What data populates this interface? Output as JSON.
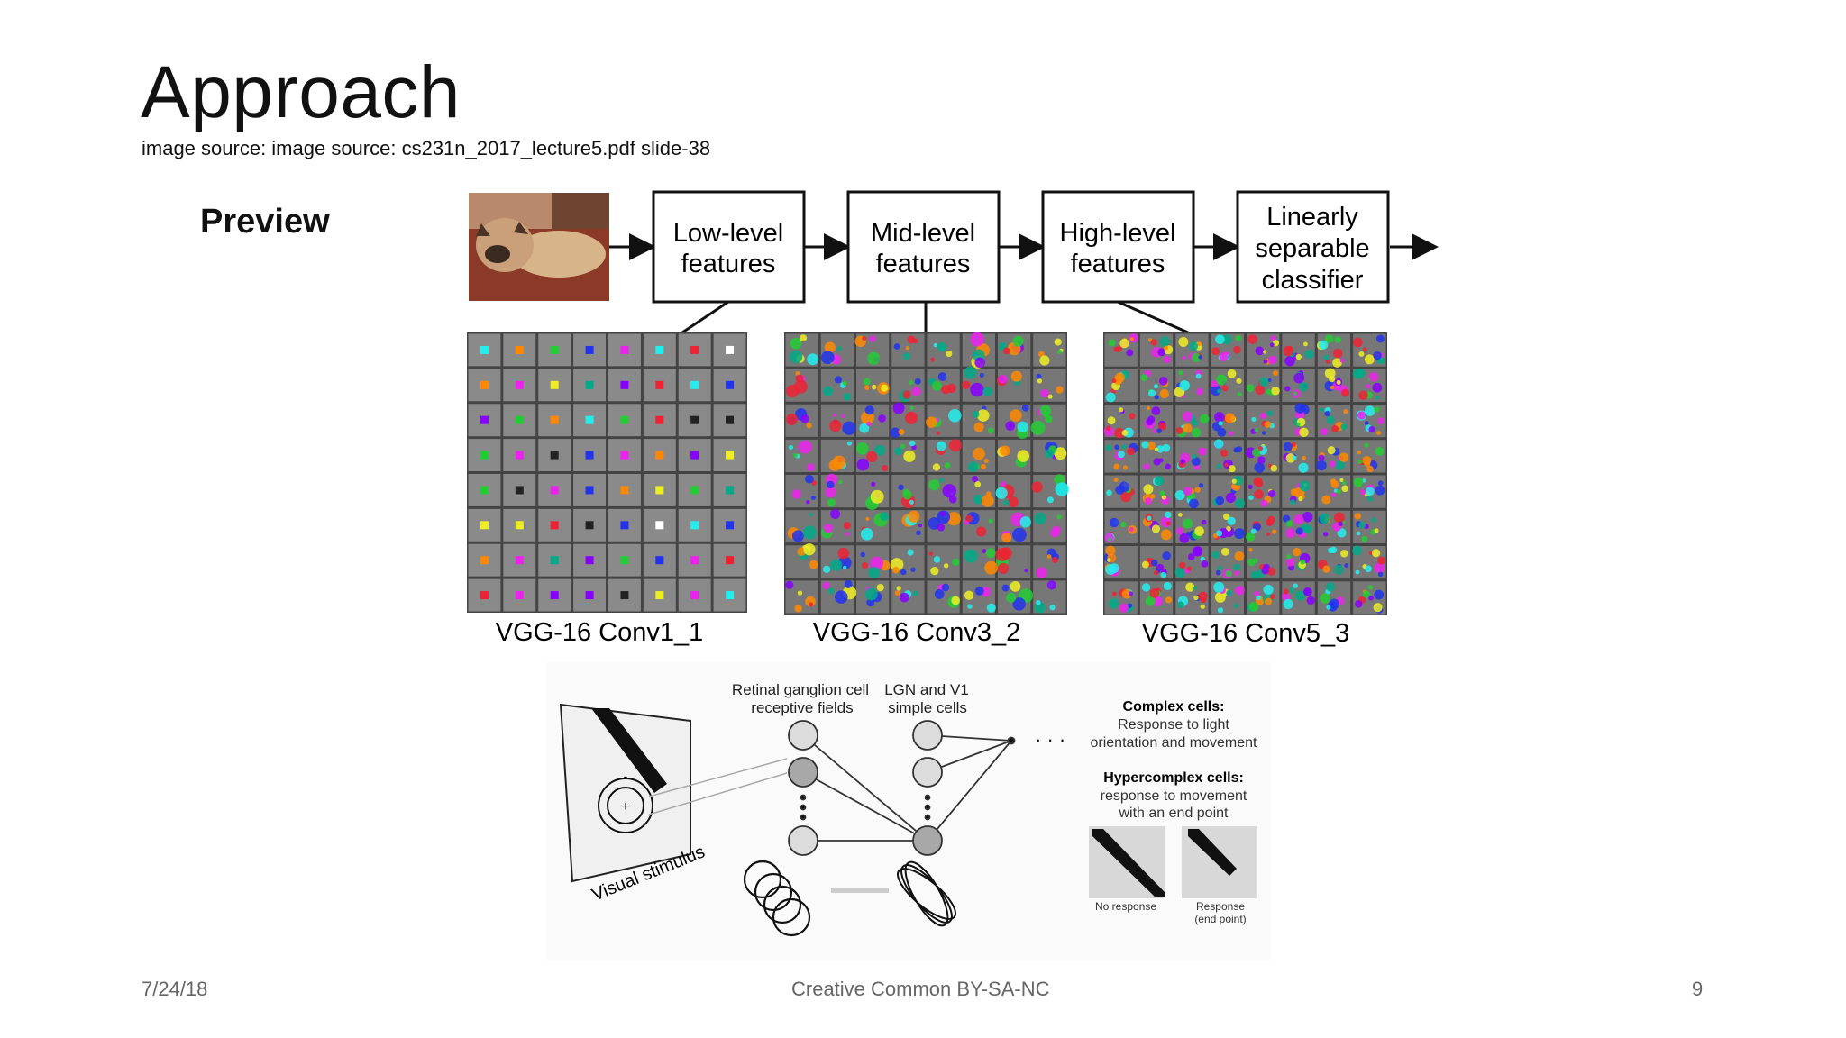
{
  "slide": {
    "title": "Approach",
    "source": "image source: image source: cs231n_2017_lecture5.pdf slide-38"
  },
  "figure_top": {
    "preview_label": "Preview",
    "boxes": [
      {
        "line1": "Low-level",
        "line2": "features",
        "line3": ""
      },
      {
        "line1": "Mid-level",
        "line2": "features",
        "line3": ""
      },
      {
        "line1": "High-level",
        "line2": "features",
        "line3": ""
      },
      {
        "line1": "Linearly",
        "line2": "separable",
        "line3": "classifier"
      }
    ],
    "grid_labels": [
      "VGG-16 Conv1_1",
      "VGG-16 Conv3_2",
      "VGG-16 Conv5_3"
    ]
  },
  "figure_bottom": {
    "visual_stimulus": "Visual stimulus",
    "retinal_line1": "Retinal ganglion cell",
    "retinal_line2": "receptive fields",
    "lgn_line1": "LGN and V1",
    "lgn_line2": "simple cells",
    "ellipsis": "· · ·",
    "complex_title": "Complex cells:",
    "complex_line1": "Response to light",
    "complex_line2": "orientation and movement",
    "hyper_title": "Hypercomplex cells:",
    "hyper_line1": "response to movement",
    "hyper_line2": "with an end point",
    "no_response": "No response",
    "response_line1": "Response",
    "response_line2": "(end point)"
  },
  "footer": {
    "date": "7/24/18",
    "center": "Creative Common BY-SA-NC",
    "page": "9"
  }
}
